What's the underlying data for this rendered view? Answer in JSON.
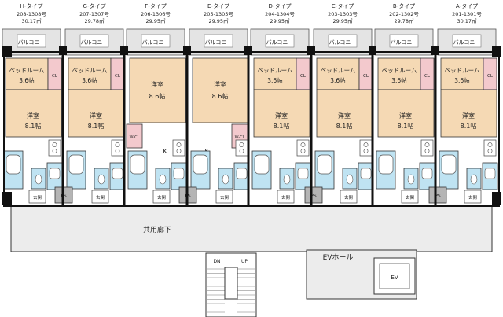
{
  "units": [
    {
      "type": "H-タイプ",
      "numbers": "208-1308号",
      "area": "30.17㎡",
      "bed": "ベッドルーム",
      "bed_size": "3.6帖",
      "main": "洋室",
      "main_size": "8.1帖",
      "cl": "CL"
    },
    {
      "type": "G-タイプ",
      "numbers": "207-1307号",
      "area": "29.78㎡",
      "bed": "ベッドルーム",
      "bed_size": "3.6帖",
      "main": "洋室",
      "main_size": "8.1帖",
      "cl": "CL"
    },
    {
      "type": "F-タイプ",
      "numbers": "206-1306号",
      "area": "29.95㎡",
      "bed": "",
      "bed_size": "",
      "main": "洋室",
      "main_size": "8.6帖",
      "cl": "W-CL"
    },
    {
      "type": "E-タイプ",
      "numbers": "205-1305号",
      "area": "29.95㎡",
      "bed": "",
      "bed_size": "",
      "main": "洋室",
      "main_size": "8.6帖",
      "cl": "W-CL"
    },
    {
      "type": "D-タイプ",
      "numbers": "204-1304号",
      "area": "29.95㎡",
      "bed": "ベッドルーム",
      "bed_size": "3.6帖",
      "main": "洋室",
      "main_size": "8.1帖",
      "cl": "CL"
    },
    {
      "type": "C-タイプ",
      "numbers": "203-1303号",
      "area": "29.95㎡",
      "bed": "ベッドルーム",
      "bed_size": "3.6帖",
      "main": "洋室",
      "main_size": "8.1帖",
      "cl": "CL"
    },
    {
      "type": "B-タイプ",
      "numbers": "202-1302号",
      "area": "29.78㎡",
      "bed": "ベッドルーム",
      "bed_size": "3.6帖",
      "main": "洋室",
      "main_size": "8.1帖",
      "cl": "CL"
    },
    {
      "type": "A-タイプ",
      "numbers": "201-1301号",
      "area": "30.17㎡",
      "bed": "ベッドルーム",
      "bed_size": "3.6帖",
      "main": "洋室",
      "main_size": "8.1帖",
      "cl": "CL"
    }
  ],
  "labels": {
    "balcony": "バルコニー",
    "kitchen": "K",
    "entrance": "玄関",
    "ps": "PS",
    "corridor": "共用廊下",
    "ev_hall": "EVホール",
    "ev": "EV",
    "dn": "DN",
    "up": "UP"
  },
  "colors": {
    "room": "#f5d9b4",
    "closet": "#f3c9cd",
    "bath": "#bfe3f2",
    "ps": "#b5b5b5",
    "corridor": "#ececec",
    "wall": "#111111"
  }
}
